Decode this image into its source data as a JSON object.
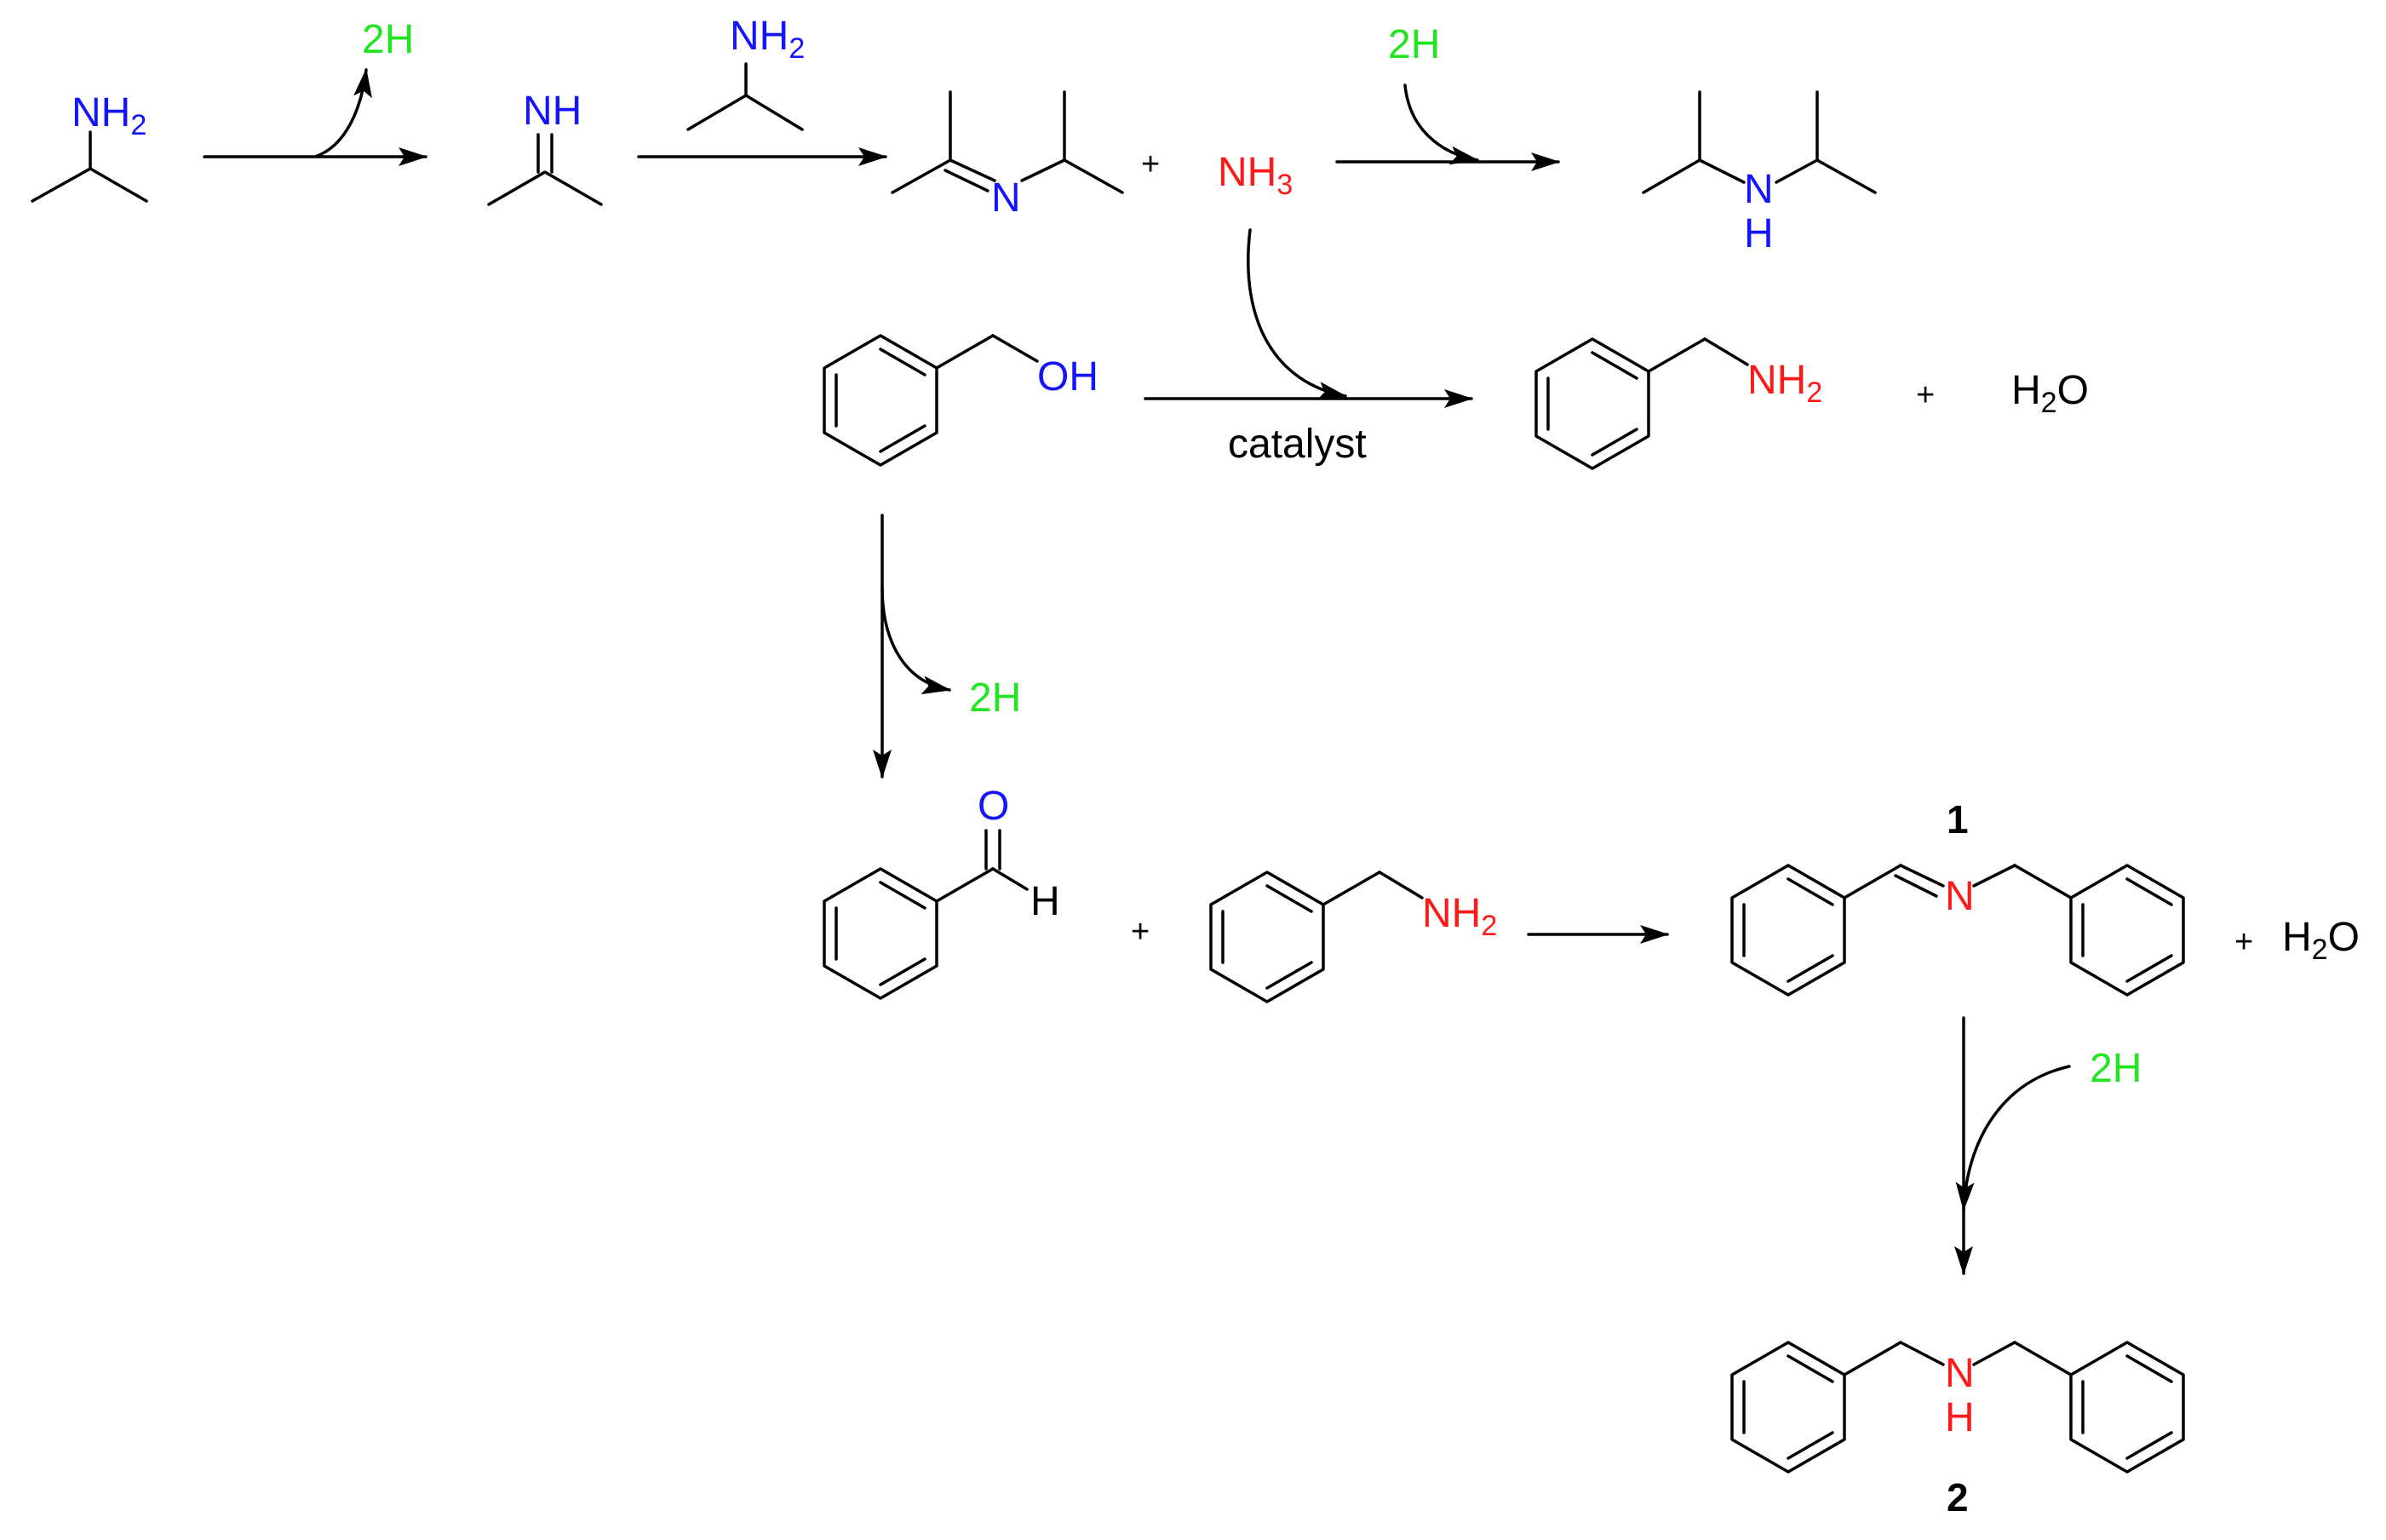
{
  "colors": {
    "bond": "#000000",
    "nitrogen_reactant": "#1414ff",
    "nitrogen_ammonia": "#ff1a1a",
    "hydrogen": "#22e522",
    "text": "#000000"
  },
  "labels": {
    "nh2": "NH",
    "sub2": "2",
    "sub3": "3",
    "nh": "NH",
    "n": "N",
    "h": "H",
    "oh": "OH",
    "o": "O",
    "two_h": "2H",
    "plus": "+",
    "catalyst": "catalyst",
    "water_h": "H",
    "water_o": "O",
    "compound_1": "1",
    "compound_2": "2"
  }
}
